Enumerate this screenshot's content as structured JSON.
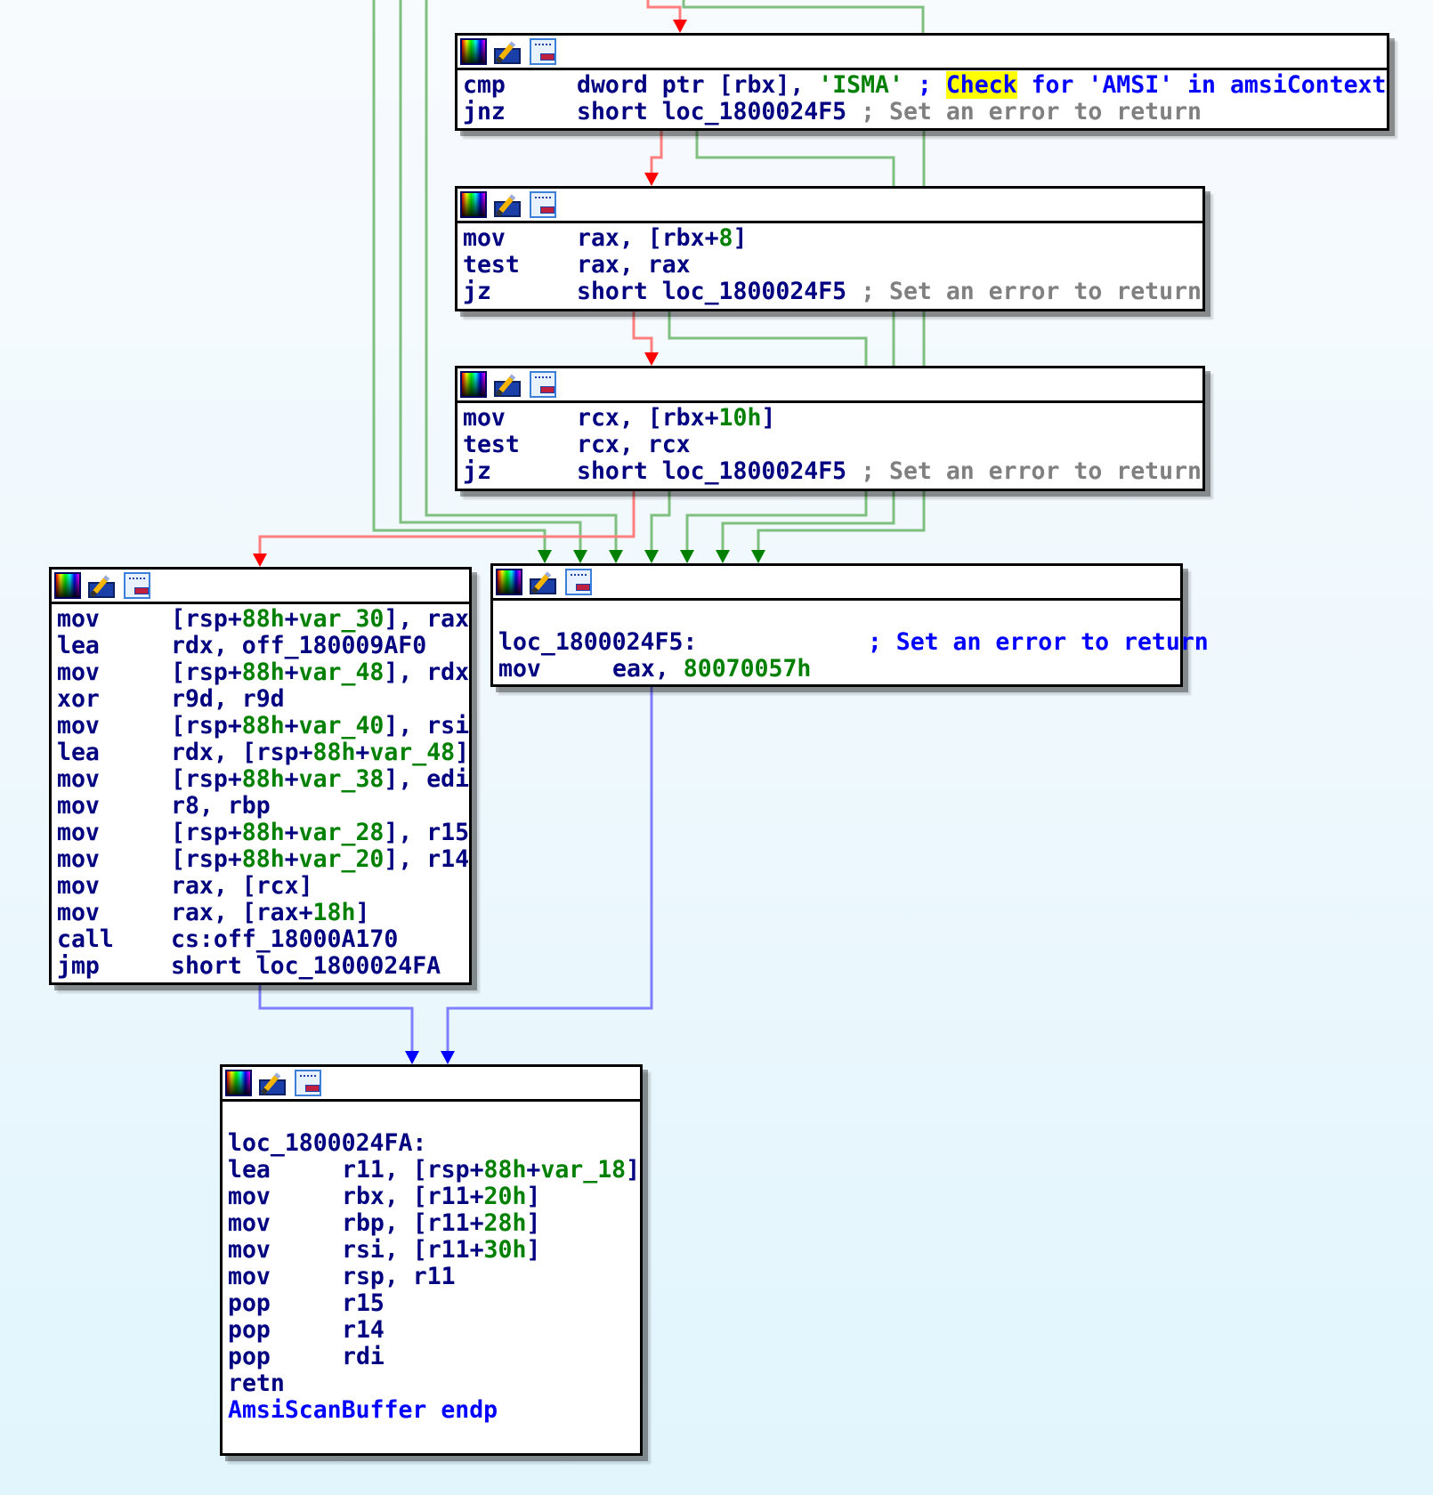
{
  "view": "IDA graph view",
  "function_name": "AmsiScanBuffer",
  "colors": {
    "code": "#000080",
    "number": "#008000",
    "comment_blue": "#0000ff",
    "comment_gray": "#808080",
    "highlight": "#ffff00",
    "edge_true": "#008000",
    "edge_false": "#ff0000",
    "edge_uncond": "#0000ff"
  },
  "node_toolbar_icons": [
    "color-palette-icon",
    "rename-pencil-icon",
    "graph-overview-icon"
  ],
  "nodes": {
    "cmp_block": {
      "lines": [
        {
          "mnemonic": "cmp",
          "parts": [
            {
              "t": "dword ptr [rbx], ",
              "c": "code"
            },
            {
              "t": "'ISMA'",
              "c": "str"
            },
            {
              "t": " ; ",
              "c": "cmt"
            },
            {
              "t": "Check",
              "c": "hl"
            },
            {
              "t": " for 'AMSI' in amsiContext",
              "c": "cmt"
            }
          ]
        },
        {
          "mnemonic": "jnz",
          "parts": [
            {
              "t": "short loc_1800024F5",
              "c": "code"
            },
            {
              "t": " ; Set an error to return",
              "c": "gray"
            }
          ]
        }
      ]
    },
    "test_rax_block": {
      "lines": [
        {
          "mnemonic": "mov",
          "parts": [
            {
              "t": "rax, [rbx+",
              "c": "code"
            },
            {
              "t": "8",
              "c": "num"
            },
            {
              "t": "]",
              "c": "code"
            }
          ]
        },
        {
          "mnemonic": "test",
          "parts": [
            {
              "t": "rax, rax",
              "c": "code"
            }
          ]
        },
        {
          "mnemonic": "jz",
          "parts": [
            {
              "t": "short loc_1800024F5",
              "c": "code"
            },
            {
              "t": " ; Set an error to return",
              "c": "gray"
            }
          ]
        }
      ]
    },
    "test_rcx_block": {
      "lines": [
        {
          "mnemonic": "mov",
          "parts": [
            {
              "t": "rcx, [rbx+",
              "c": "code"
            },
            {
              "t": "10h",
              "c": "num"
            },
            {
              "t": "]",
              "c": "code"
            }
          ]
        },
        {
          "mnemonic": "test",
          "parts": [
            {
              "t": "rcx, rcx",
              "c": "code"
            }
          ]
        },
        {
          "mnemonic": "jz",
          "parts": [
            {
              "t": "short loc_1800024F5",
              "c": "code"
            },
            {
              "t": " ; Set an error to return",
              "c": "gray"
            }
          ]
        }
      ]
    },
    "scan_call_block": {
      "lines": [
        {
          "mnemonic": "mov",
          "parts": [
            {
              "t": "[rsp+",
              "c": "code"
            },
            {
              "t": "88h",
              "c": "num"
            },
            {
              "t": "+",
              "c": "code"
            },
            {
              "t": "var_30",
              "c": "num"
            },
            {
              "t": "], rax",
              "c": "code"
            }
          ]
        },
        {
          "mnemonic": "lea",
          "parts": [
            {
              "t": "rdx, off_180009AF0",
              "c": "code"
            }
          ]
        },
        {
          "mnemonic": "mov",
          "parts": [
            {
              "t": "[rsp+",
              "c": "code"
            },
            {
              "t": "88h",
              "c": "num"
            },
            {
              "t": "+",
              "c": "code"
            },
            {
              "t": "var_48",
              "c": "num"
            },
            {
              "t": "], rdx",
              "c": "code"
            }
          ]
        },
        {
          "mnemonic": "xor",
          "parts": [
            {
              "t": "r9d, r9d",
              "c": "code"
            }
          ]
        },
        {
          "mnemonic": "mov",
          "parts": [
            {
              "t": "[rsp+",
              "c": "code"
            },
            {
              "t": "88h",
              "c": "num"
            },
            {
              "t": "+",
              "c": "code"
            },
            {
              "t": "var_40",
              "c": "num"
            },
            {
              "t": "], rsi",
              "c": "code"
            }
          ]
        },
        {
          "mnemonic": "lea",
          "parts": [
            {
              "t": "rdx, [rsp+",
              "c": "code"
            },
            {
              "t": "88h",
              "c": "num"
            },
            {
              "t": "+",
              "c": "code"
            },
            {
              "t": "var_48",
              "c": "num"
            },
            {
              "t": "]",
              "c": "code"
            }
          ]
        },
        {
          "mnemonic": "mov",
          "parts": [
            {
              "t": "[rsp+",
              "c": "code"
            },
            {
              "t": "88h",
              "c": "num"
            },
            {
              "t": "+",
              "c": "code"
            },
            {
              "t": "var_38",
              "c": "num"
            },
            {
              "t": "], edi",
              "c": "code"
            }
          ]
        },
        {
          "mnemonic": "mov",
          "parts": [
            {
              "t": "r8, rbp",
              "c": "code"
            }
          ]
        },
        {
          "mnemonic": "mov",
          "parts": [
            {
              "t": "[rsp+",
              "c": "code"
            },
            {
              "t": "88h",
              "c": "num"
            },
            {
              "t": "+",
              "c": "code"
            },
            {
              "t": "var_28",
              "c": "num"
            },
            {
              "t": "], r15",
              "c": "code"
            }
          ]
        },
        {
          "mnemonic": "mov",
          "parts": [
            {
              "t": "[rsp+",
              "c": "code"
            },
            {
              "t": "88h",
              "c": "num"
            },
            {
              "t": "+",
              "c": "code"
            },
            {
              "t": "var_20",
              "c": "num"
            },
            {
              "t": "], r14",
              "c": "code"
            }
          ]
        },
        {
          "mnemonic": "mov",
          "parts": [
            {
              "t": "rax, [rcx]",
              "c": "code"
            }
          ]
        },
        {
          "mnemonic": "mov",
          "parts": [
            {
              "t": "rax, [rax+",
              "c": "code"
            },
            {
              "t": "18h",
              "c": "num"
            },
            {
              "t": "]",
              "c": "code"
            }
          ]
        },
        {
          "mnemonic": "call",
          "parts": [
            {
              "t": "cs:off_18000A170",
              "c": "code"
            }
          ]
        },
        {
          "mnemonic": "jmp",
          "parts": [
            {
              "t": "short loc_1800024FA",
              "c": "code"
            }
          ]
        }
      ]
    },
    "error_block": {
      "lines": [
        {
          "mnemonic": "",
          "parts": [
            {
              "t": "",
              "c": "code"
            }
          ]
        },
        {
          "mnemonic": "",
          "parts": [
            {
              "t": "loc_1800024F5:",
              "c": "code"
            },
            {
              "t": "            ; Set an error to return",
              "c": "cmt"
            }
          ]
        },
        {
          "mnemonic": "mov",
          "parts": [
            {
              "t": "eax, ",
              "c": "code"
            },
            {
              "t": "80070057h",
              "c": "num"
            }
          ]
        }
      ]
    },
    "epilogue_block": {
      "lines": [
        {
          "mnemonic": "",
          "parts": [
            {
              "t": "",
              "c": "code"
            }
          ]
        },
        {
          "mnemonic": "",
          "parts": [
            {
              "t": "loc_1800024FA:",
              "c": "code"
            }
          ]
        },
        {
          "mnemonic": "lea",
          "parts": [
            {
              "t": "r11, [rsp+",
              "c": "code"
            },
            {
              "t": "88h",
              "c": "num"
            },
            {
              "t": "+",
              "c": "code"
            },
            {
              "t": "var_18",
              "c": "num"
            },
            {
              "t": "]",
              "c": "code"
            }
          ]
        },
        {
          "mnemonic": "mov",
          "parts": [
            {
              "t": "rbx, [r11+",
              "c": "code"
            },
            {
              "t": "20h",
              "c": "num"
            },
            {
              "t": "]",
              "c": "code"
            }
          ]
        },
        {
          "mnemonic": "mov",
          "parts": [
            {
              "t": "rbp, [r11+",
              "c": "code"
            },
            {
              "t": "28h",
              "c": "num"
            },
            {
              "t": "]",
              "c": "code"
            }
          ]
        },
        {
          "mnemonic": "mov",
          "parts": [
            {
              "t": "rsi, [r11+",
              "c": "code"
            },
            {
              "t": "30h",
              "c": "num"
            },
            {
              "t": "]",
              "c": "code"
            }
          ]
        },
        {
          "mnemonic": "mov",
          "parts": [
            {
              "t": "rsp, r11",
              "c": "code"
            }
          ]
        },
        {
          "mnemonic": "pop",
          "parts": [
            {
              "t": "r15",
              "c": "code"
            }
          ]
        },
        {
          "mnemonic": "pop",
          "parts": [
            {
              "t": "r14",
              "c": "code"
            }
          ]
        },
        {
          "mnemonic": "pop",
          "parts": [
            {
              "t": "rdi",
              "c": "code"
            }
          ]
        },
        {
          "mnemonic": "retn",
          "parts": [
            {
              "t": "",
              "c": "code"
            }
          ]
        },
        {
          "mnemonic": "",
          "parts": [
            {
              "t": "AmsiScanBuffer endp",
              "c": "cmt"
            }
          ]
        }
      ]
    }
  }
}
